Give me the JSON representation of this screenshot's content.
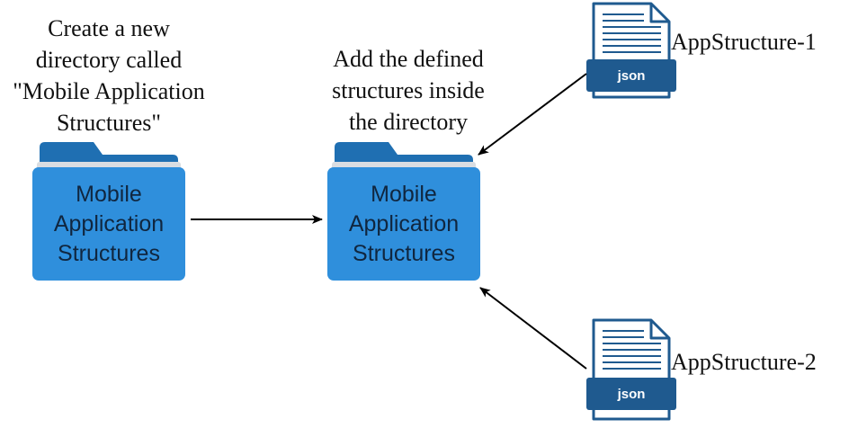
{
  "captions": {
    "create": [
      "Create a new",
      "directory called",
      "\"Mobile Application",
      "Structures\""
    ],
    "add": [
      "Add the defined",
      "structures inside",
      "the directory"
    ]
  },
  "folders": {
    "source": {
      "lines": [
        "Mobile",
        "Application",
        "Structures"
      ]
    },
    "target": {
      "lines": [
        "Mobile",
        "Application",
        "Structures"
      ]
    }
  },
  "files": {
    "file1": {
      "label": "AppStructure-1",
      "badge": "json",
      "icon": "json-file-icon"
    },
    "file2": {
      "label": "AppStructure-2",
      "badge": "json",
      "icon": "json-file-icon"
    }
  },
  "icons": {
    "folder": "folder-icon",
    "arrow": "arrow-icon"
  },
  "colors": {
    "folder_front": "#2f8fdc",
    "folder_back": "#1f6fb2",
    "folder_paper": "#d9dde2",
    "folder_text": "#10263f",
    "json_badge": "#1f5a8f",
    "file_outline": "#1f5a8f",
    "file_lines": "#1f5a8f",
    "arrow": "#000000",
    "caption_text": "#111111"
  }
}
